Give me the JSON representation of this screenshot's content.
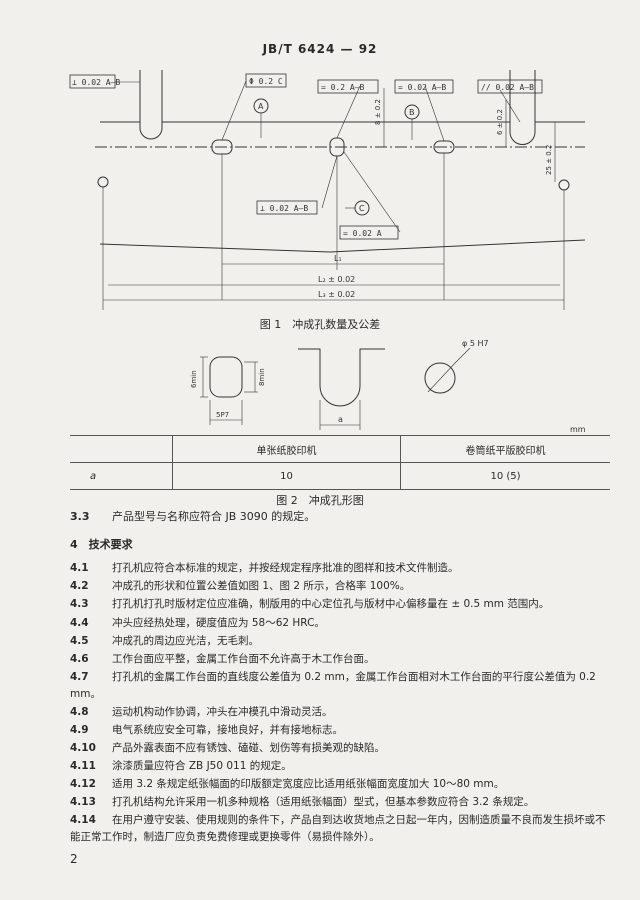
{
  "header": {
    "std": "JB/T 6424 — 92"
  },
  "figure1": {
    "caption": "图 1　冲成孔数量及公差",
    "fcf1": "⊥ 0.02 A—B",
    "fcf2": "Φ 0.2 C",
    "fcf3": "= 0.2 A—B",
    "fcf4": "= 0.02 A—B",
    "fcf5": "// 0.02 A—B",
    "fcf6": "⊥ 0.02 A—B",
    "fcf7": "= 0.02 A",
    "datum_a": "A",
    "datum_b": "B",
    "datum_c": "C",
    "dim_8": "8 ± 0.2",
    "dim_6": "6 ± 0.2",
    "dim_25": "25 ± 0.2",
    "dim_l1": "L₁",
    "dim_l2": "L₂ ± 0.02",
    "dim_l3": "L₃ ± 0.02"
  },
  "figure2": {
    "caption": "图 2　冲成孔形图",
    "lbl_6": "6min",
    "lbl_8": "8min",
    "lbl_5p7": "5P7",
    "lbl_a": "a",
    "lbl_phi": "φ 5 H7",
    "unit": "mm"
  },
  "table": {
    "head": [
      "",
      "单张纸胶印机",
      "卷筒纸平版胶印机"
    ],
    "row": [
      "a",
      "10",
      "10 (5)"
    ]
  },
  "clause33": {
    "num": "3.3",
    "text": "产品型号与名称应符合 JB 3090 的规定。"
  },
  "section4": "4　技术要求",
  "items": [
    {
      "num": "4.1",
      "text": "打孔机应符合本标准的规定，并按经规定程序批准的图样和技术文件制造。"
    },
    {
      "num": "4.2",
      "text": "冲成孔的形状和位置公差值如图 1、图 2 所示，合格率 100%。"
    },
    {
      "num": "4.3",
      "text": "打孔机打孔时版材定位应准确，制版用的中心定位孔与版材中心偏移量在 ± 0.5 mm 范围内。"
    },
    {
      "num": "4.4",
      "text": "冲头应经热处理，硬度值应为 58～62 HRC。"
    },
    {
      "num": "4.5",
      "text": "冲成孔的周边应光洁，无毛刺。"
    },
    {
      "num": "4.6",
      "text": "工作台面应平整，金属工作台面不允许高于木工作台面。"
    },
    {
      "num": "4.7",
      "text": "打孔机的金属工作台面的直线度公差值为 0.2 mm，金属工作台面相对木工作台面的平行度公差值为 0.2 mm。"
    },
    {
      "num": "4.8",
      "text": "运动机构动作协调，冲头在冲模孔中滑动灵活。"
    },
    {
      "num": "4.9",
      "text": "电气系统应安全可靠，接地良好，并有接地标志。"
    },
    {
      "num": "4.10",
      "text": "产品外露表面不应有锈蚀、磕碰、划伤等有损美观的缺陷。"
    },
    {
      "num": "4.11",
      "text": "涂漆质量应符合 ZB J50 011 的规定。"
    },
    {
      "num": "4.12",
      "text": "适用 3.2 条规定纸张幅面的印版额定宽度应比适用纸张幅面宽度加大 10～80 mm。"
    },
    {
      "num": "4.13",
      "text": "打孔机结构允许采用一机多种规格（适用纸张幅面）型式，但基本参数应符合 3.2 条规定。"
    },
    {
      "num": "4.14",
      "text": "在用户遵守安装、使用规则的条件下，产品自到达收货地点之日起一年内，因制造质量不良而发生损坏或不能正常工作时，制造厂应负责免费修理或更换零件（易损件除外）。"
    }
  ],
  "page_number": "2"
}
